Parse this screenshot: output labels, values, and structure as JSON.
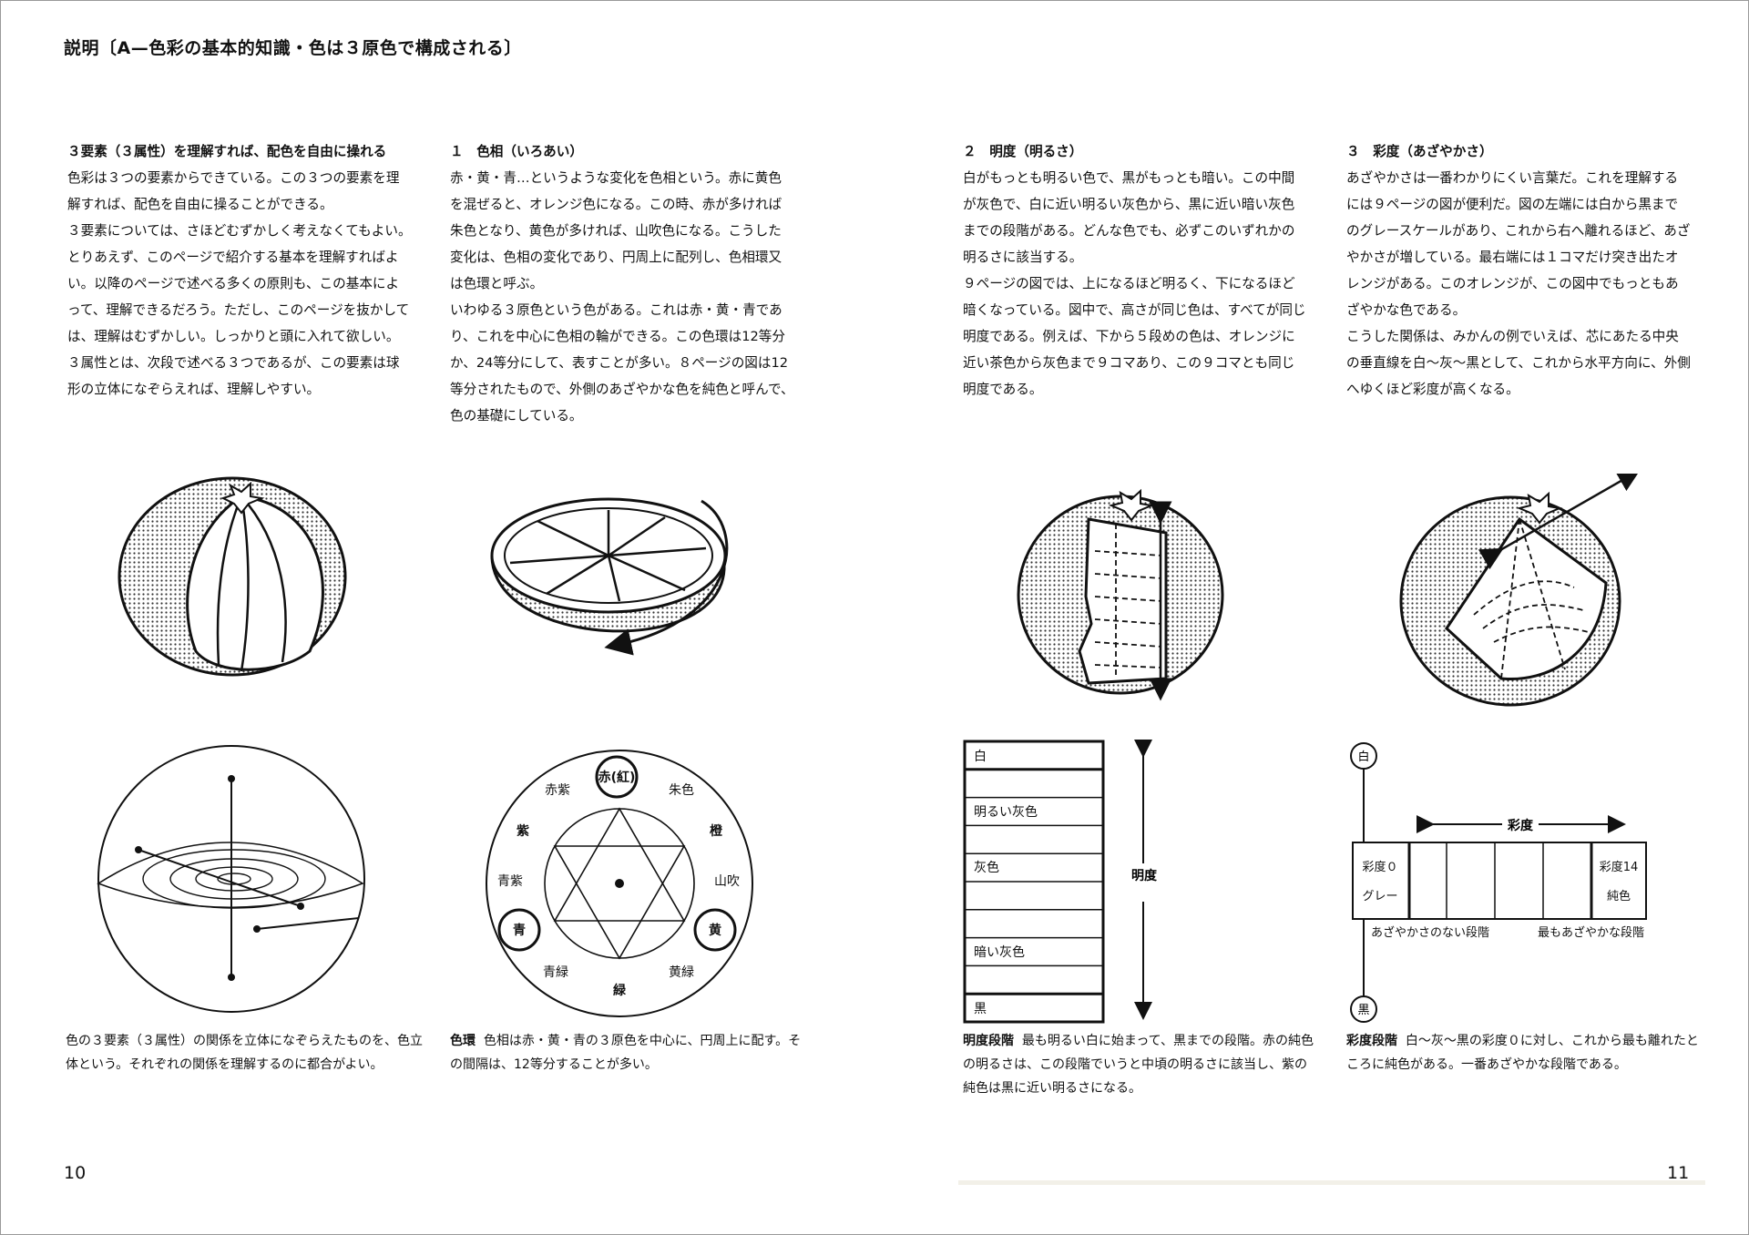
{
  "header": {
    "title": "説明〔A—色彩の基本的知識・色は３原色で構成される〕"
  },
  "columns": [
    {
      "heading": "３要素（３属性）を理解すれば、配色を自由に操れる",
      "body": "色彩は３つの要素からできている。この３つの要素を理解すれば、配色を自由に操ることができる。\n３要素については、さほどむずかしく考えなくてもよい。とりあえず、このページで紹介する基本を理解すればよい。以降のページで述べる多くの原則も、この基本によって、理解できるだろう。ただし、このページを抜かしては、理解はむずかしい。しっかりと頭に入れて欲しい。\n３属性とは、次段で述べる３つであるが、この要素は球形の立体になぞらえれば、理解しやすい。"
    },
    {
      "heading": "１　色相（いろあい）",
      "body": "赤・黄・青…というような変化を色相という。赤に黄色を混ぜると、オレンジ色になる。この時、赤が多ければ朱色となり、黄色が多ければ、山吹色になる。こうした変化は、色相の変化であり、円周上に配列し、色相環又は色環と呼ぶ。\nいわゆる３原色という色がある。これは赤・黄・青であり、これを中心に色相の輪ができる。この色環は12等分か、24等分にして、表すことが多い。８ページの図は12等分されたもので、外側のあざやかな色を純色と呼んで、色の基礎にしている。"
    },
    {
      "heading": "２　明度（明るさ）",
      "body": "白がもっとも明るい色で、黒がもっとも暗い。この中間が灰色で、白に近い明るい灰色から、黒に近い暗い灰色までの段階がある。どんな色でも、必ずこのいずれかの明るさに該当する。\n９ページの図では、上になるほど明るく、下になるほど暗くなっている。図中で、高さが同じ色は、すべてが同じ明度である。例えば、下から５段めの色は、オレンジに近い茶色から灰色まで９コマあり、この９コマとも同じ明度である。"
    },
    {
      "heading": "３　彩度（あざやかさ）",
      "body": "あざやかさは一番わかりにくい言葉だ。これを理解するには９ページの図が便利だ。図の左端には白から黒までのグレースケールがあり、これから右へ離れるほど、あざやかさが増している。最右端には１コマだけ突き出たオレンジがある。このオレンジが、この図中でもっともあざやかな色である。\nこうした関係は、みかんの例でいえば、芯にあたる中央の垂直線を白〜灰〜黒として、これから水平方向に、外側へゆくほど彩度が高くなる。"
    }
  ],
  "color_wheel": {
    "labels": [
      "赤(紅)",
      "朱色",
      "橙",
      "山吹",
      "黄",
      "黄緑",
      "緑",
      "青緑",
      "青",
      "青紫",
      "紫",
      "赤紫"
    ]
  },
  "value_scale": {
    "rows": [
      "白",
      "",
      "明るい灰色",
      "",
      "灰色",
      "",
      "",
      "暗い灰色",
      "",
      "黒"
    ],
    "axis_label": "明度"
  },
  "chroma_scale": {
    "top": "白",
    "bottom": "黒",
    "axis_label": "彩度",
    "left_label_1": "彩度０",
    "left_label_2": "グレー",
    "right_label_1": "彩度14",
    "right_label_2": "純色",
    "below_left": "あざやかさのない段階",
    "below_right": "最もあざやかな段階"
  },
  "captions": [
    {
      "bold": "",
      "text": "色の３要素（３属性）の関係を立体になぞらえたものを、色立体という。それぞれの関係を理解するのに都合がよい。"
    },
    {
      "bold": "色環",
      "text": "色相は赤・黄・青の３原色を中心に、円周上に配す。その間隔は、12等分することが多い。"
    },
    {
      "bold": "明度段階",
      "text": "最も明るい白に始まって、黒までの段階。赤の純色の明るさは、この段階でいうと中頃の明るさに該当し、紫の純色は黒に近い明るさになる。"
    },
    {
      "bold": "彩度段階",
      "text": "白〜灰〜黒の彩度０に対し、これから最も離れたところに純色がある。一番あざやかな段階である。"
    }
  ],
  "page_numbers": {
    "left": "10",
    "right": "11"
  }
}
